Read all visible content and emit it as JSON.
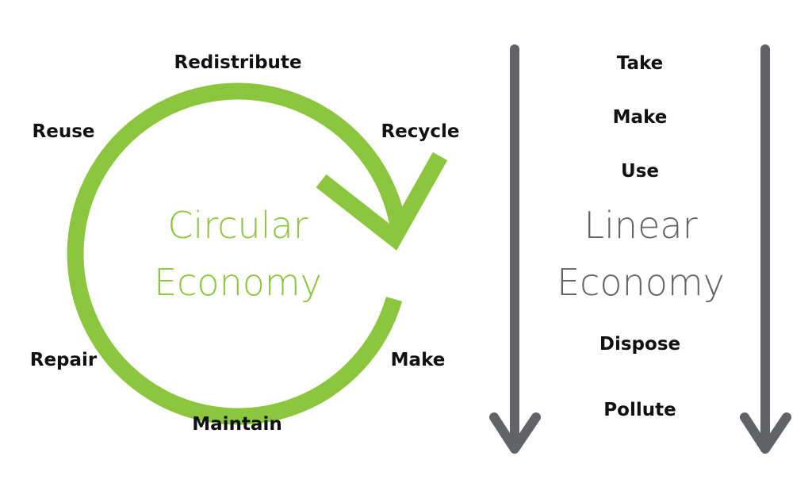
{
  "circular": {
    "title_line1": "Circular",
    "title_line2": "Economy",
    "labels": [
      "Redistribute",
      "Recycle",
      "Make",
      "Maintain",
      "Repair",
      "Reuse"
    ],
    "color": "#8cc63f"
  },
  "linear": {
    "title_line1": "Linear",
    "title_line2": "Economy",
    "steps": [
      "Take",
      "Make",
      "Use",
      "Dispose",
      "Pollute"
    ],
    "color": "#626366"
  }
}
